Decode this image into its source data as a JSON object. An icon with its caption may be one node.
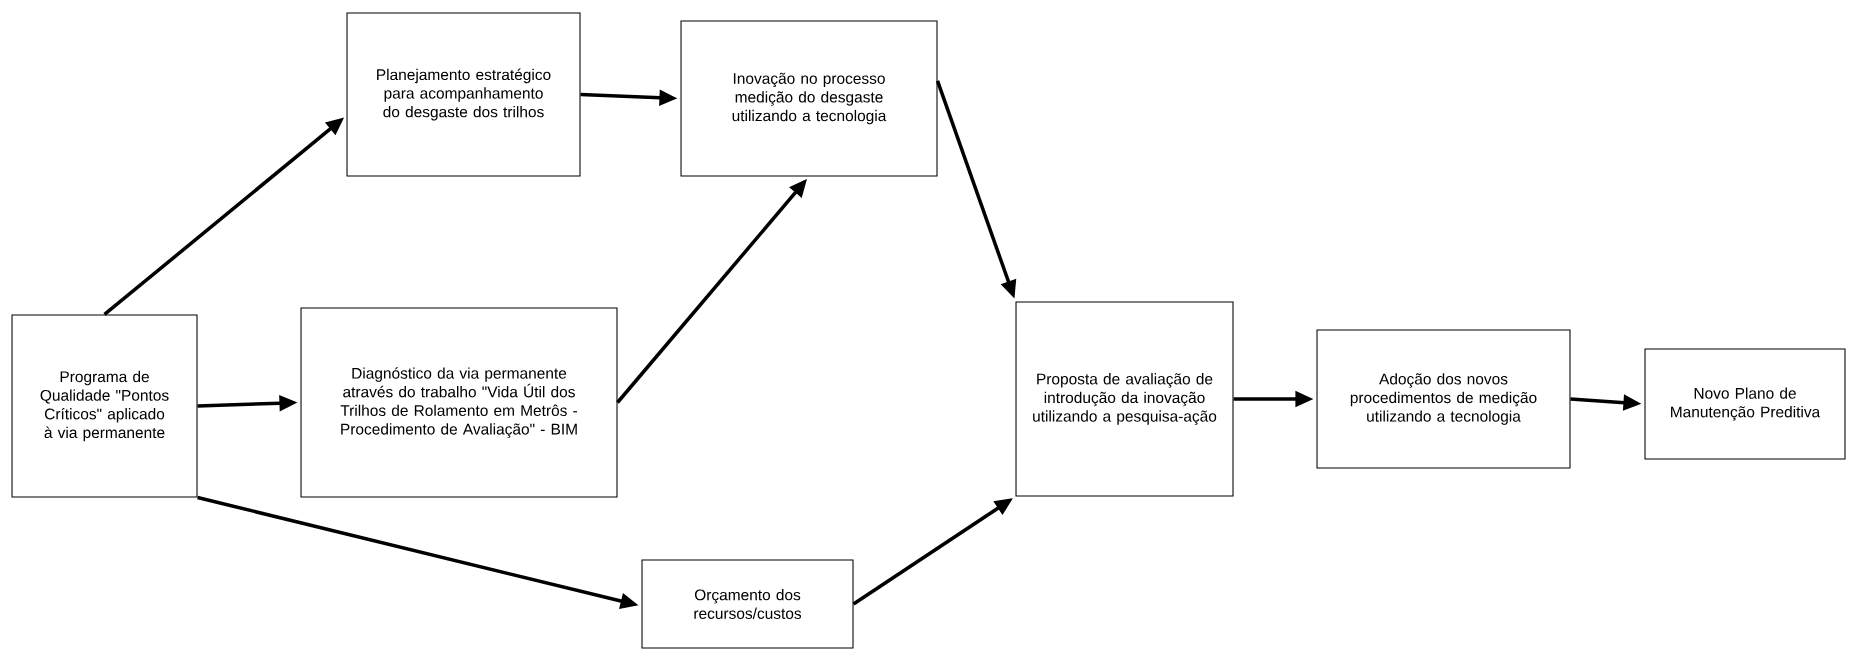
{
  "diagram": {
    "nodes": [
      {
        "text": [
          "Programa de Qualidade \"Pontos Críticos\" aplicado à via permanente"
        ]
      },
      {
        "text": [
          "Planejamento estratégico para acompanhamento do desgaste dos trilhos"
        ]
      },
      {
        "text": [
          "Inovação no processo medição do desgaste utilizando a tecnologia"
        ]
      },
      {
        "text": [
          "Diagnóstico da via permanente através do trabalho \"Vida Útil dos Trilhos de Rolamento em Metrôs - Procedimento de Avaliação\" - BIM"
        ]
      },
      {
        "text": [
          "Orçamento dos recursos/custos"
        ]
      },
      {
        "text": [
          "Proposta de avaliação de introdução da inovação utilizando a pesquisa-ação"
        ]
      },
      {
        "text": [
          "Adoção dos novos procedimentos de medição utilizando a tecnologia"
        ]
      },
      {
        "text": [
          "Novo Plano de Manutenção Preditiva"
        ]
      }
    ],
    "edges": [
      {
        "from": 0,
        "to": 1,
        "arrow": "to"
      },
      {
        "from": 0,
        "to": 3,
        "arrow": "to"
      },
      {
        "from": 0,
        "to": 4,
        "arrow": "to"
      },
      {
        "from": 1,
        "to": 2,
        "arrow": "to"
      },
      {
        "from": 3,
        "to": 2,
        "arrow": "to"
      },
      {
        "from": 2,
        "to": 5,
        "arrow": "to"
      },
      {
        "from": 4,
        "to": 5,
        "arrow": "to"
      },
      {
        "from": 5,
        "to": 6,
        "arrow": "to"
      },
      {
        "from": 6,
        "to": 7,
        "arrow": "to"
      }
    ]
  }
}
